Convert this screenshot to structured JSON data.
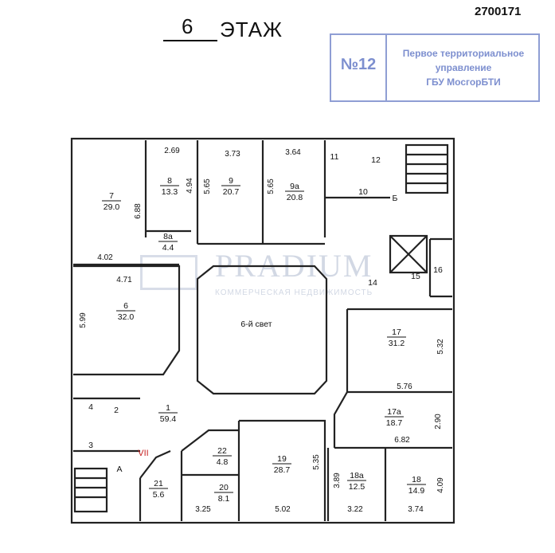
{
  "document": {
    "number": "2700171"
  },
  "floor": {
    "number": "6",
    "word": "ЭТАЖ"
  },
  "stamp": {
    "number": "№12",
    "line1": "Первое территориальное",
    "line2": "управление",
    "line3": "ГБУ МосгорБТИ"
  },
  "watermark": {
    "name": "PRADIUM",
    "subtitle": "КОММЕРЧЕСКАЯ НЕДВИЖИМОСТЬ"
  },
  "rooms": [
    {
      "id": "7",
      "area": "29.0"
    },
    {
      "id": "8",
      "area": "13.3"
    },
    {
      "id": "9",
      "area": "20.7"
    },
    {
      "id": "9а",
      "area": "20.8"
    },
    {
      "id": "8а",
      "area": "4.4"
    },
    {
      "id": "6",
      "area": "32.0"
    },
    {
      "id": "17",
      "area": "31.2"
    },
    {
      "id": "17а",
      "area": "18.7"
    },
    {
      "id": "1",
      "area": "59.4"
    },
    {
      "id": "22",
      "area": "4.8"
    },
    {
      "id": "19",
      "area": "28.7"
    },
    {
      "id": "18а",
      "area": "12.5"
    },
    {
      "id": "18",
      "area": "14.9"
    },
    {
      "id": "21",
      "area": "5.6"
    },
    {
      "id": "20",
      "area": "8.1"
    }
  ],
  "labels": {
    "atrium": "6-й свет",
    "room10": "10",
    "room11": "11",
    "room12": "12",
    "room14": "14",
    "room15": "15",
    "room16": "16",
    "room2": "2",
    "room3": "3",
    "room4": "4",
    "stairA": "А",
    "stairB": "Б",
    "section": "VII"
  },
  "dims": {
    "d269": "2.69",
    "d373": "3.73",
    "d364": "3.64",
    "d494": "4.94",
    "d565a": "5.65",
    "d565b": "5.65",
    "d688": "6.88",
    "d402": "4.02",
    "d471": "4.71",
    "d599": "5.99",
    "d532": "5.32",
    "d576": "5.76",
    "d290": "2.90",
    "d682": "6.82",
    "d535": "5.35",
    "d389": "3.89",
    "d409": "4.09",
    "d325": "3.25",
    "d502": "5.02",
    "d322": "3.22",
    "d374": "3.74"
  }
}
